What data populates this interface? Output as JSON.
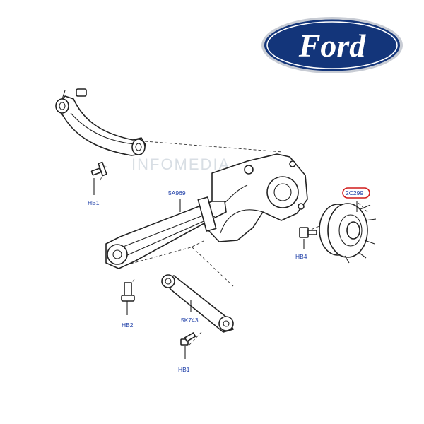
{
  "brand": {
    "logo_text": "Ford",
    "color_blue": "#13357a",
    "color_silver": "#c8ccd4"
  },
  "watermark": "INFOMEDIA",
  "labels": {
    "upper_arm_bolt": "HB1",
    "trailing_arm": "5A969",
    "trailing_arm_bolt": "HB2",
    "hub_bearing": "2C299",
    "hub_bolt": "HB4",
    "lower_link": "5K743",
    "lower_link_bolt": "HB1"
  },
  "highlight_color": "#d11b1b"
}
